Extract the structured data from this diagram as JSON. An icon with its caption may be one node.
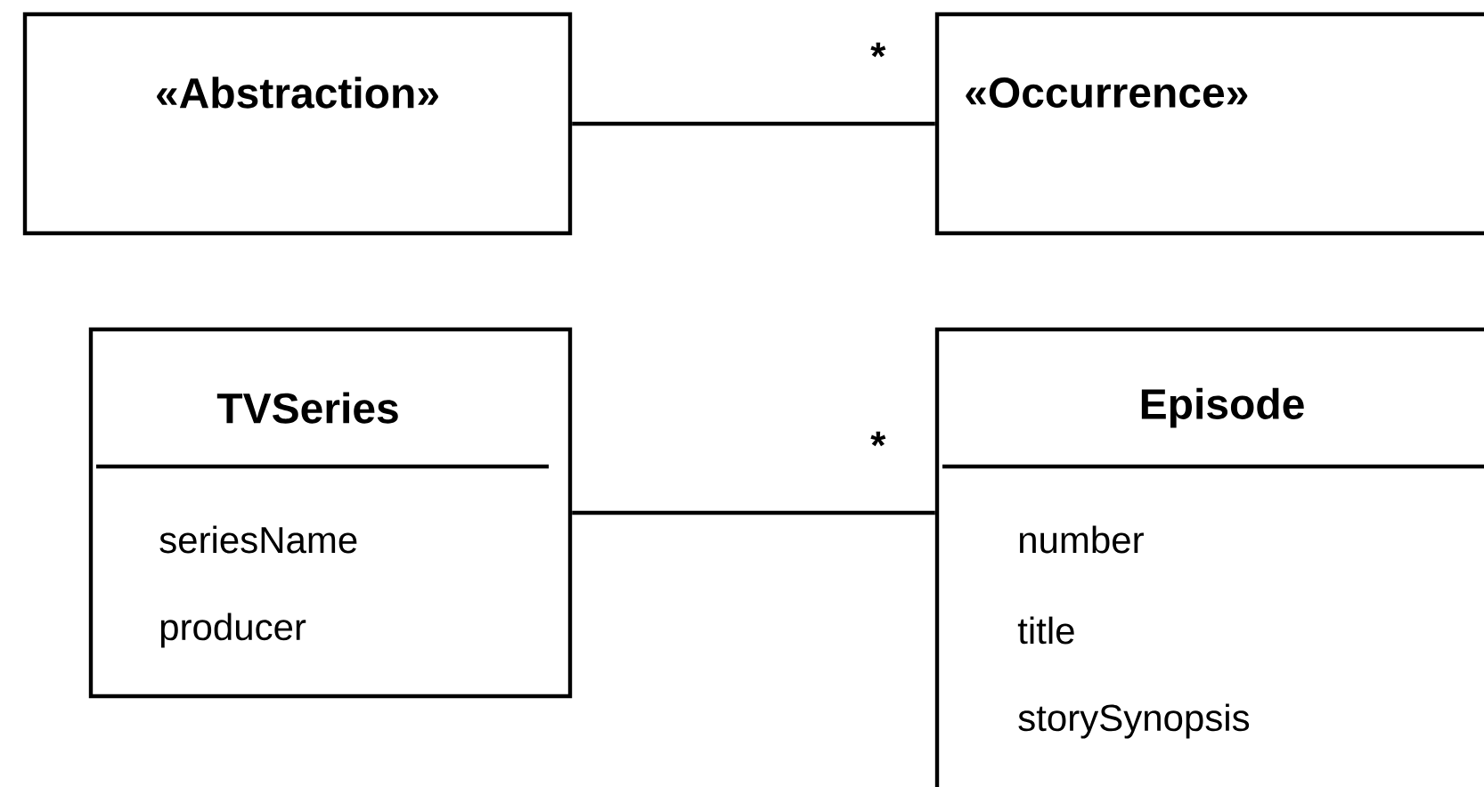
{
  "diagram": {
    "nodes": [
      {
        "text": [
          "«Abstraction»"
        ]
      },
      {
        "text": [
          "«Occurrence»"
        ]
      },
      {
        "text": [
          "TVSeries",
          "seriesName",
          "producer"
        ]
      },
      {
        "text": [
          "Episode",
          "number",
          "title",
          "storySynopsis"
        ]
      }
    ],
    "edges": [
      {
        "from": 0,
        "to": 1,
        "arrow": "none",
        "label": "*"
      },
      {
        "from": 2,
        "to": 3,
        "arrow": "none",
        "label": "*"
      }
    ]
  }
}
